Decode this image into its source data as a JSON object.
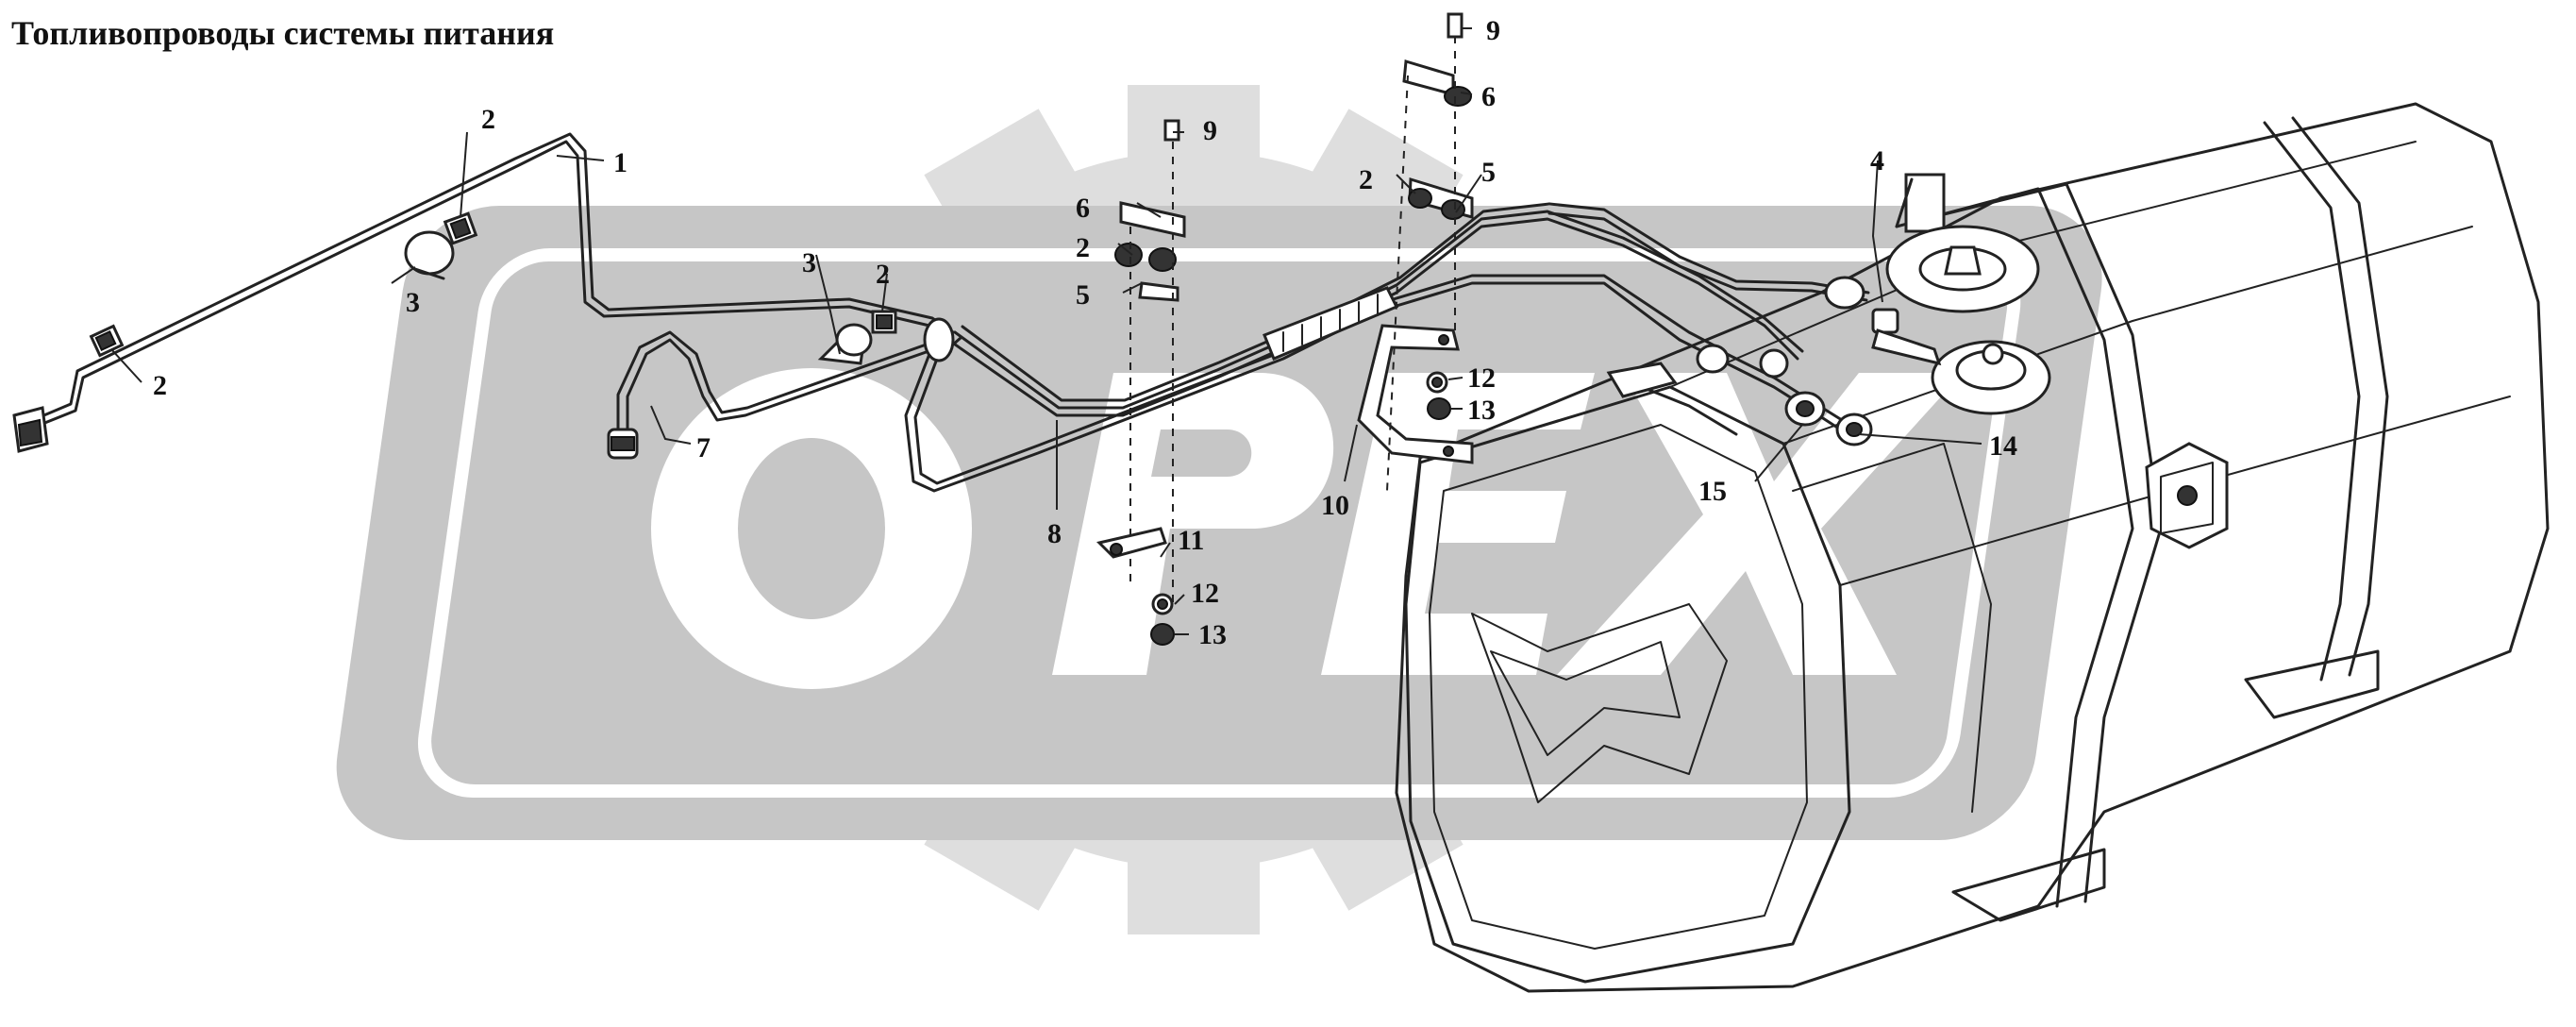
{
  "title": "Топливопроводы системы питания",
  "watermark": {
    "text": "OPEX",
    "gear_color": "#dedede",
    "band_color": "#c6c6c6",
    "letter_color": "#ffffff"
  },
  "callouts": [
    {
      "id": "c1",
      "label": "1"
    },
    {
      "id": "c2a",
      "label": "2"
    },
    {
      "id": "c2b",
      "label": "2"
    },
    {
      "id": "c2c",
      "label": "2"
    },
    {
      "id": "c2d",
      "label": "2"
    },
    {
      "id": "c2e",
      "label": "2"
    },
    {
      "id": "c3a",
      "label": "3"
    },
    {
      "id": "c3b",
      "label": "3"
    },
    {
      "id": "c4",
      "label": "4"
    },
    {
      "id": "c5a",
      "label": "5"
    },
    {
      "id": "c5b",
      "label": "5"
    },
    {
      "id": "c6a",
      "label": "6"
    },
    {
      "id": "c6b",
      "label": "6"
    },
    {
      "id": "c7",
      "label": "7"
    },
    {
      "id": "c8",
      "label": "8"
    },
    {
      "id": "c9a",
      "label": "9"
    },
    {
      "id": "c9b",
      "label": "9"
    },
    {
      "id": "c10",
      "label": "10"
    },
    {
      "id": "c11",
      "label": "11"
    },
    {
      "id": "c12a",
      "label": "12"
    },
    {
      "id": "c12b",
      "label": "12"
    },
    {
      "id": "c13a",
      "label": "13"
    },
    {
      "id": "c13b",
      "label": "13"
    },
    {
      "id": "c14",
      "label": "14"
    },
    {
      "id": "c15",
      "label": "15"
    }
  ]
}
